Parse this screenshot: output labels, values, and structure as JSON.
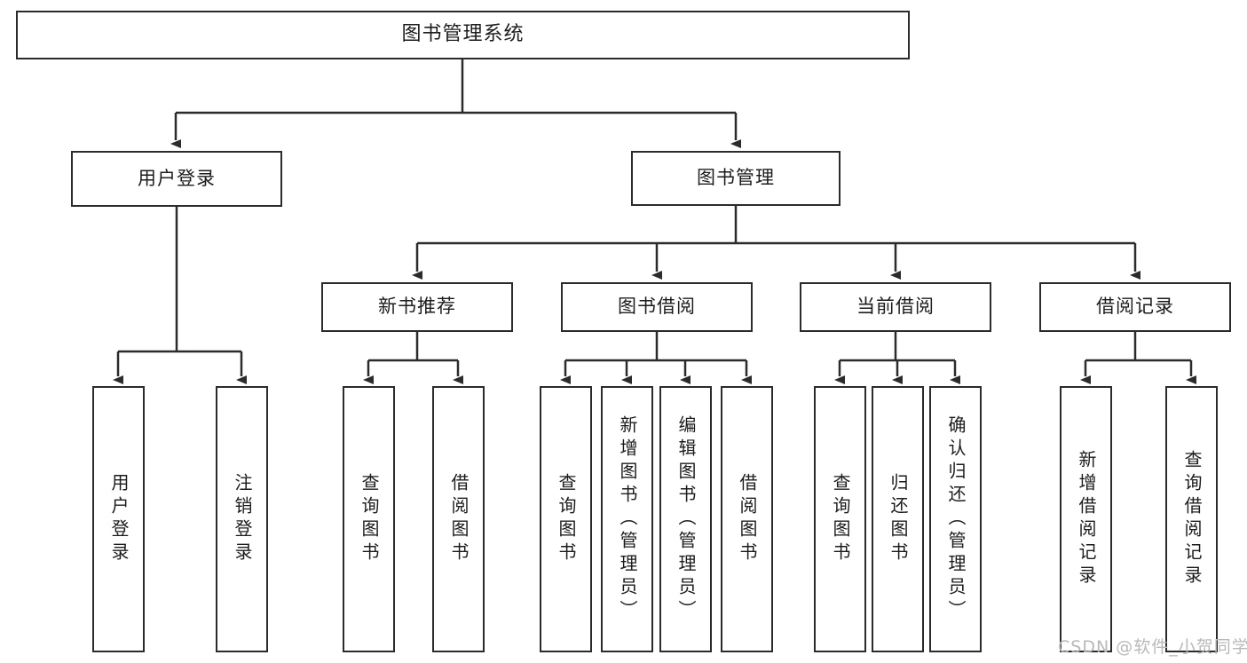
{
  "diagram": {
    "type": "tree-hierarchy-chart",
    "title": "图书管理系统",
    "watermark": "CSDN @软件_小贺同学",
    "colors": {
      "stroke": "#2b2b2b",
      "fill": "#ffffff",
      "text": "#1c1c1c",
      "watermark": "#b9b9b9"
    },
    "levels": {
      "root": {
        "label": "图书管理系统"
      },
      "level2": [
        {
          "id": "user-login",
          "label": "用户登录"
        },
        {
          "id": "book-management",
          "label": "图书管理"
        }
      ],
      "level3": [
        {
          "id": "new-book-recommend",
          "label": "新书推荐",
          "parent": "book-management"
        },
        {
          "id": "book-borrow",
          "label": "图书借阅",
          "parent": "book-management"
        },
        {
          "id": "current-borrow",
          "label": "当前借阅",
          "parent": "book-management"
        },
        {
          "id": "borrow-record",
          "label": "借阅记录",
          "parent": "book-management"
        }
      ],
      "leaves": {
        "user-login": [
          {
            "id": "leaf-user-login",
            "label": "用户登录"
          },
          {
            "id": "leaf-logout-login",
            "label": "注销登录"
          }
        ],
        "new-book-recommend": [
          {
            "id": "leaf-query-book-1",
            "label": "查询图书"
          },
          {
            "id": "leaf-borrow-book-1",
            "label": "借阅图书"
          }
        ],
        "book-borrow": [
          {
            "id": "leaf-query-book-2",
            "label": "查询图书"
          },
          {
            "id": "leaf-add-book",
            "label": "新增图书（管理员）"
          },
          {
            "id": "leaf-edit-book",
            "label": "编辑图书（管理员）"
          },
          {
            "id": "leaf-borrow-book-2",
            "label": "借阅图书"
          }
        ],
        "current-borrow": [
          {
            "id": "leaf-query-book-3",
            "label": "查询图书"
          },
          {
            "id": "leaf-return-book",
            "label": "归还图书"
          },
          {
            "id": "leaf-confirm-return",
            "label": "确认归还（管理员）"
          }
        ],
        "borrow-record": [
          {
            "id": "leaf-add-record",
            "label": "新增借阅记录"
          },
          {
            "id": "leaf-query-record",
            "label": "查询借阅记录"
          }
        ]
      }
    }
  }
}
